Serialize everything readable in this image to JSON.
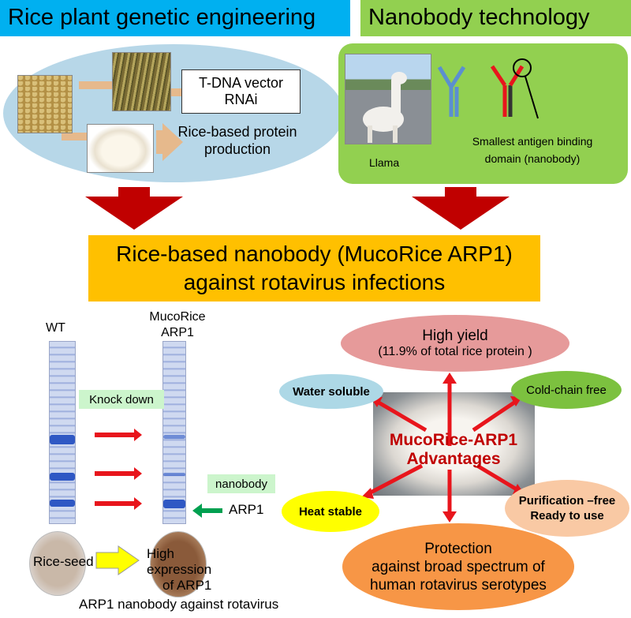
{
  "headers": {
    "left": "Rice plant genetic engineering",
    "right": "Nanobody technology"
  },
  "left_panel": {
    "vector_line1": "T-DNA vector",
    "vector_line2": "RNAi",
    "production_line1": "Rice-based protein",
    "production_line2": "production"
  },
  "right_panel": {
    "llama_label": "Llama",
    "domain_line1": "Smallest antigen binding",
    "domain_line2": "domain (nanobody)"
  },
  "main_title": {
    "line1": "Rice-based nanobody (MucoRice ARP1)",
    "line2": "against rotavirus infections"
  },
  "gel": {
    "wt_label": "WT",
    "muco_line1": "MucoRice",
    "muco_line2": "ARP1",
    "knockdown_label": "Knock down",
    "nanobody_label": "nanobody",
    "arp1_label": "ARP1"
  },
  "seed": {
    "rice_seed_label": "Rice-seed",
    "expr_line1": "High expression",
    "expr_line2": "of ARP1",
    "caption": "ARP1 nanobody against rotavirus"
  },
  "advantages": {
    "center_line1": "MucoRice-ARP1",
    "center_line2": "Advantages",
    "high_yield_line1": "High yield",
    "high_yield_line2": "(11.9% of total rice protein )",
    "water_soluble": "Water soluble",
    "cold_chain": "Cold-chain free",
    "heat_stable": "Heat stable",
    "purification_line1": "Purification –free",
    "purification_line2": "Ready to use",
    "protection_line1": "Protection",
    "protection_line2": "against broad spectrum of",
    "protection_line3": "human rotavirus serotypes"
  },
  "colors": {
    "left_header": "#00b0f0",
    "right_header": "#92d050",
    "main_title_bg": "#ffc000",
    "arrow_dark_red": "#c00000",
    "advantage_text": "#c00000"
  }
}
